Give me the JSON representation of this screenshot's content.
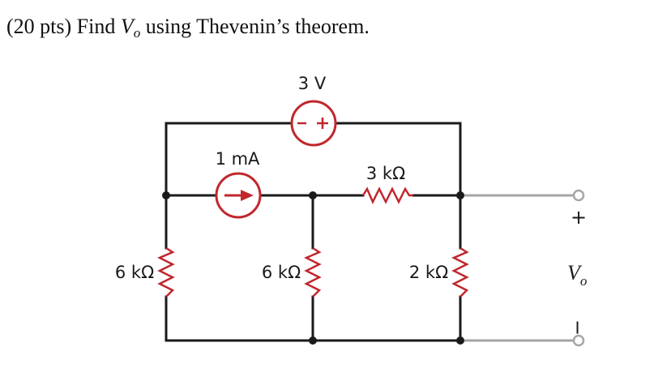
{
  "problem": {
    "prefix": "(20 pts) Find ",
    "var_main": "V",
    "var_sub": "o",
    "suffix": " using Thevenin’s theorem."
  },
  "circuit": {
    "voltage_source": {
      "label": "3 V",
      "plus": "+",
      "minus": "−"
    },
    "current_source": {
      "label": "1 mA"
    },
    "resistors": {
      "r_left": "6 kΩ",
      "r_middle": "6 kΩ",
      "r_top": "3 kΩ",
      "r_right": "2 kΩ"
    },
    "output": {
      "plus": "+",
      "minus": "−",
      "label_main": "V",
      "label_sub": "o"
    },
    "colors": {
      "wire": "#1a1a1a",
      "source": "#c0272d",
      "output_wire": "#a6a6a6"
    }
  }
}
